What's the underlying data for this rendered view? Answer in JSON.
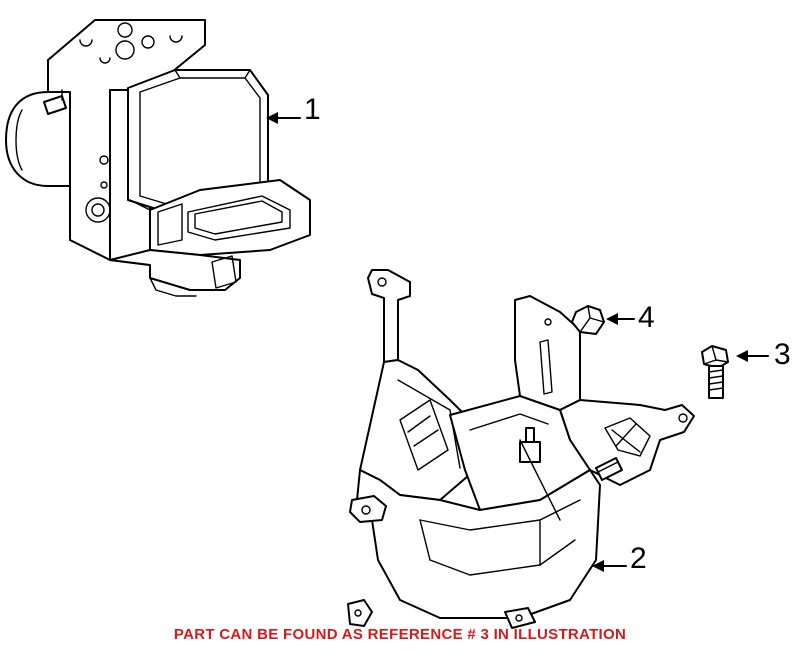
{
  "callouts": {
    "part_1": "1",
    "part_2": "2",
    "part_3": "3",
    "part_4": "4"
  },
  "footer_note": "PART CAN BE FOUND AS REFERENCE # 3 IN ILLUSTRATION",
  "colors": {
    "footer_note": "#d61a1a",
    "line_art": "#000000",
    "background": "#ffffff"
  }
}
